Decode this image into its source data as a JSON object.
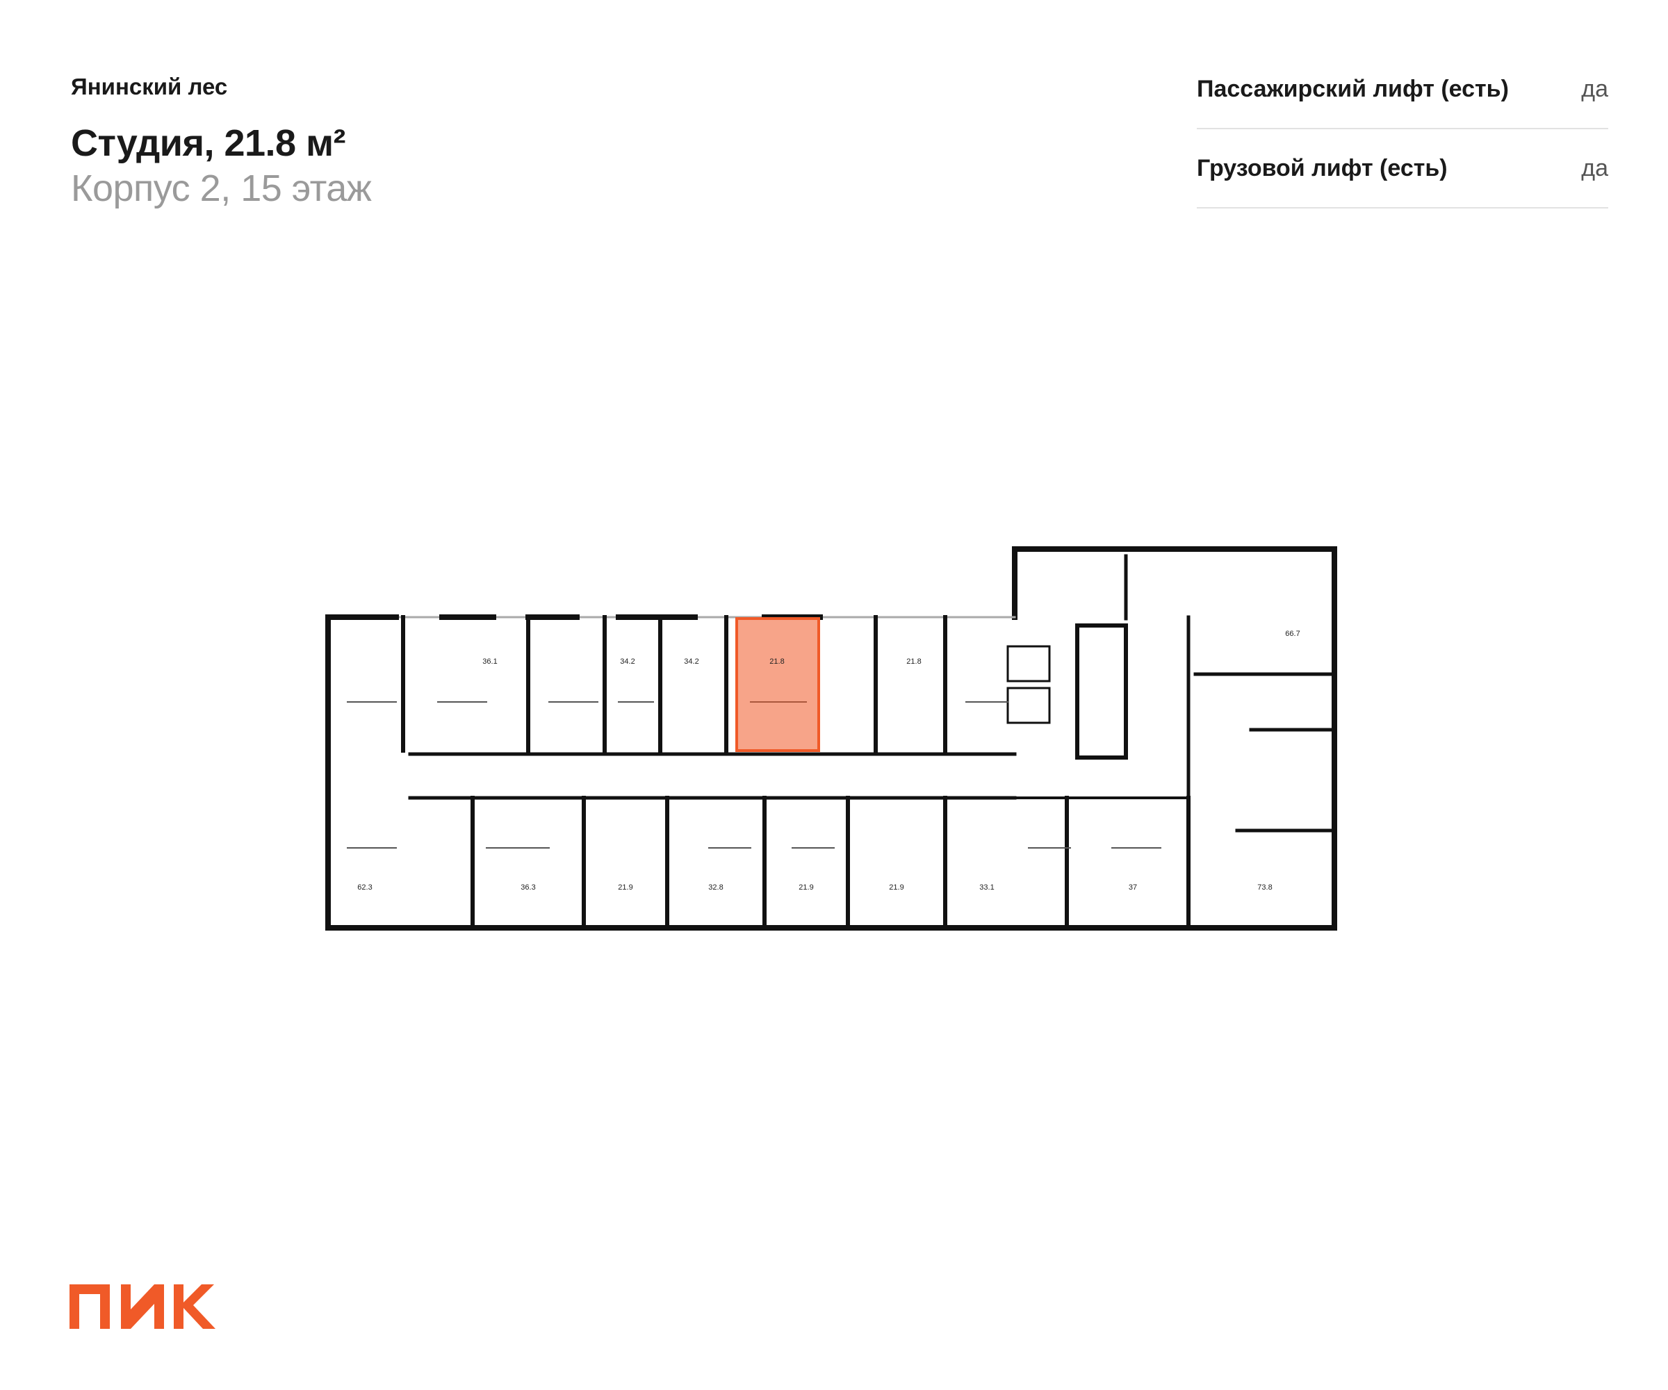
{
  "header": {
    "project": "Янинский лес",
    "unit_title": "Студия, 21.8 м²",
    "unit_subtitle": "Корпус 2, 15 этаж"
  },
  "specs": [
    {
      "label": "Пассажирский лифт (есть)",
      "value": "да"
    },
    {
      "label": "Грузовой лифт (есть)",
      "value": "да"
    }
  ],
  "plan": {
    "highlight_color": "#f05a28",
    "apartments_top": [
      "36.1",
      "34.2",
      "34.2",
      "21.8",
      "21.8",
      "66.7"
    ],
    "apartments_bottom": [
      "62.3",
      "36.3",
      "21.9",
      "32.8",
      "21.9",
      "21.9",
      "33.1",
      "37",
      "73.8"
    ]
  },
  "brand": {
    "logo": "ПИК",
    "color": "#f05a28"
  }
}
